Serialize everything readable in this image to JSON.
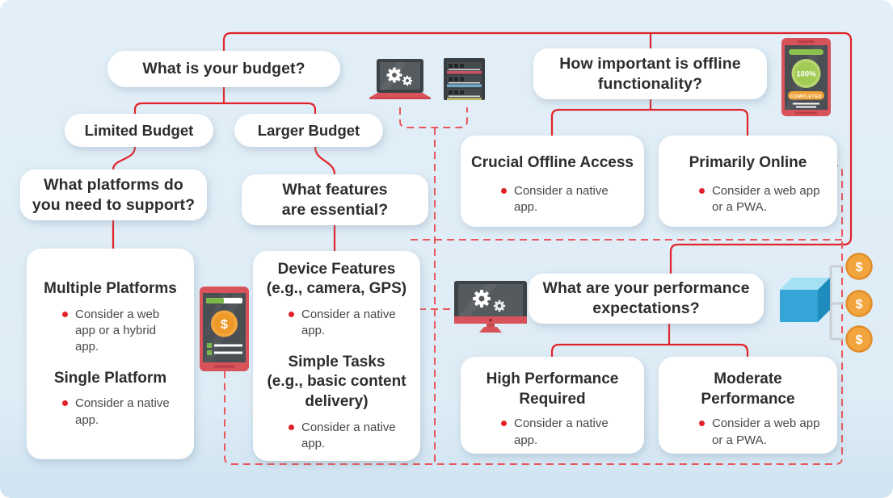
{
  "palette": {
    "background": "#deecf6",
    "solid_line": "#e1242a",
    "dashed_line": "#e9575c",
    "bullet_dot": "#e2222a",
    "box_bg": "#ffffff",
    "heading_text": "#2d2d30",
    "body_text": "#48484b",
    "icon_red": "#d8525a",
    "icon_dark": "#3d4246",
    "icon_green": "#8cc04e",
    "icon_orange": "#f3a53d",
    "icon_blue": "#35a4d6"
  },
  "nodes": {
    "budget_q": {
      "label": "What is your budget?"
    },
    "limited": {
      "label": "Limited Budget"
    },
    "larger": {
      "label": "Larger Budget"
    },
    "platforms_q": {
      "label": "What platforms do you need to support?"
    },
    "features_q": {
      "label": "What features are essential?"
    },
    "platforms_result": {
      "items": [
        {
          "heading": "Multiple Platforms",
          "bullet": "Consider a web app or a hybrid app."
        },
        {
          "heading": "Single Platform",
          "bullet": "Consider a native app."
        }
      ]
    },
    "features_result": {
      "items": [
        {
          "heading": "Device Features",
          "subheading": "(e.g., camera, GPS)",
          "bullet": "Consider a native app."
        },
        {
          "heading": "Simple Tasks",
          "subheading": "(e.g., basic content delivery)",
          "bullet": "Consider a native app."
        }
      ]
    },
    "offline_q": {
      "label": "How important is offline functionality?"
    },
    "crucial_offline": {
      "heading": "Crucial Offline Access",
      "bullet": "Consider a native app."
    },
    "primarily_online": {
      "heading": "Primarily Online",
      "bullet": "Consider a web app or a PWA."
    },
    "performance_q": {
      "label": "What are your performance expectations?"
    },
    "high_performance": {
      "heading": "High Performance Required",
      "bullet": "Consider a native app."
    },
    "moderate_performance": {
      "heading": "Moderate Performance",
      "bullet": "Consider a web app or a PWA."
    }
  },
  "icons": {
    "laptop_gears": {
      "name": "laptop-gears-icon"
    },
    "server_rack": {
      "name": "server-rack-icon"
    },
    "phone_complete": {
      "name": "phone-complete-icon",
      "percent": "100%",
      "badge": "COMPLETED"
    },
    "phone_finance": {
      "name": "phone-finance-icon",
      "coin_symbol": "$"
    },
    "monitor_gears": {
      "name": "monitor-gears-icon"
    },
    "cube_coins": {
      "name": "cube-coins-icon",
      "coin_symbol": "$"
    }
  }
}
